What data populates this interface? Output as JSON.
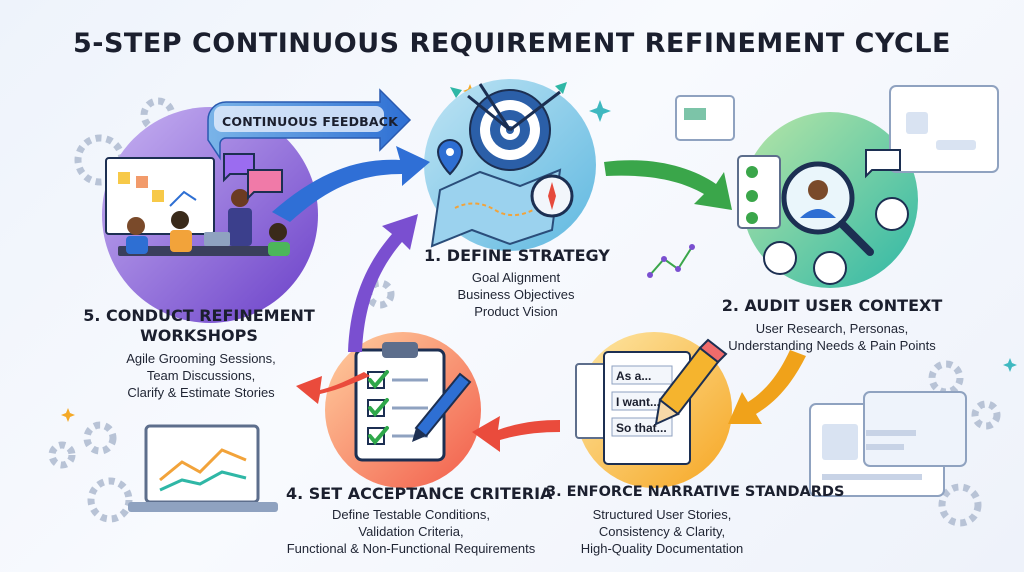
{
  "title": "5-STEP CONTINUOUS REQUIREMENT REFINEMENT CYCLE",
  "feedback_label": "CONTINUOUS FEEDBACK",
  "steps": [
    {
      "title": "1. DEFINE STRATEGY",
      "lines": [
        "Goal Alignment",
        "Business Objectives",
        "Product Vision"
      ]
    },
    {
      "title": "2. AUDIT USER CONTEXT",
      "lines": [
        "User Research, Personas,",
        "Understanding Needs & Pain Points"
      ]
    },
    {
      "title": "3. ENFORCE NARRATIVE STANDARDS",
      "lines": [
        "Structured User Stories,",
        "Consistency & Clarity,",
        "High-Quality Documentation"
      ]
    },
    {
      "title": "4. SET ACCEPTANCE CRITERIA",
      "lines": [
        "Define Testable Conditions,",
        "Validation Criteria,",
        "Functional & Non-Functional Requirements"
      ]
    },
    {
      "title_lines": [
        "5. CONDUCT REFINEMENT",
        "WORKSHOPS"
      ],
      "lines": [
        "Agile Grooming Sessions,",
        "Team Discussions,",
        "Clarify & Estimate Stories"
      ]
    }
  ],
  "story_template": [
    "As a...",
    "I want...",
    "So that..."
  ],
  "colors": {
    "arrow_blue": "#2f6fd6",
    "arrow_green": "#3aa64a",
    "arrow_orange": "#f0a21a",
    "arrow_red": "#ea4b3c",
    "arrow_purple": "#7a4fd0"
  }
}
